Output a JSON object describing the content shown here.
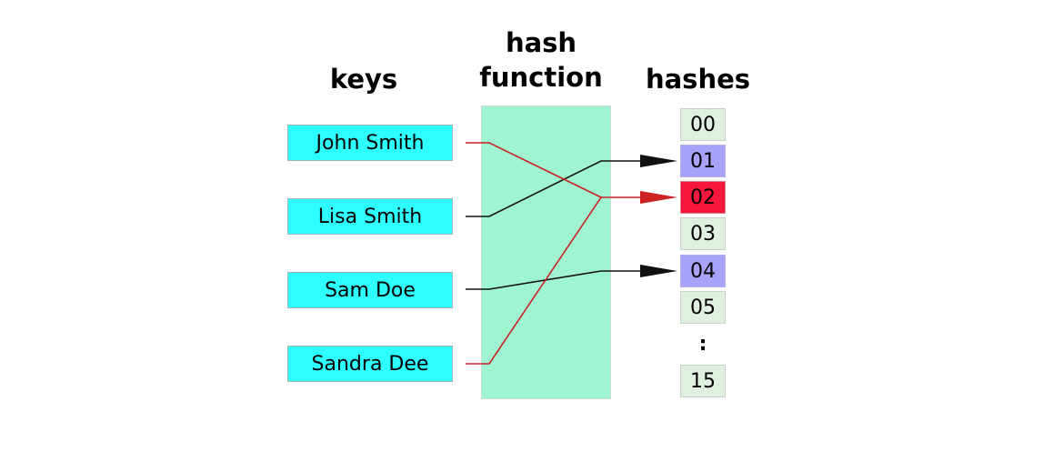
{
  "headers": {
    "keys": "keys",
    "hash_function": "hash\nfunction",
    "hashes": "hashes"
  },
  "keys": [
    "John Smith",
    "Lisa Smith",
    "Sam Doe",
    "Sandra Dee"
  ],
  "hashes": [
    {
      "label": "00",
      "state": "empty"
    },
    {
      "label": "01",
      "state": "used"
    },
    {
      "label": "02",
      "state": "collision"
    },
    {
      "label": "03",
      "state": "empty"
    },
    {
      "label": "04",
      "state": "used"
    },
    {
      "label": "05",
      "state": "empty"
    },
    {
      "label": ":",
      "state": "ellipsis"
    },
    {
      "label": "15",
      "state": "empty"
    }
  ],
  "mappings": [
    {
      "key": "John Smith",
      "hash": "02",
      "color": "#cc2222"
    },
    {
      "key": "Lisa Smith",
      "hash": "01",
      "color": "#111111"
    },
    {
      "key": "Sam Doe",
      "hash": "04",
      "color": "#111111"
    },
    {
      "key": "Sandra Dee",
      "hash": "02",
      "color": "#cc2222"
    }
  ],
  "colors": {
    "key_fill": "#2effff",
    "hash_panel": "#9ff4d2",
    "cell_empty": "#e0f0e0",
    "cell_used": "#a8a2f8",
    "cell_collision": "#f7163c"
  }
}
